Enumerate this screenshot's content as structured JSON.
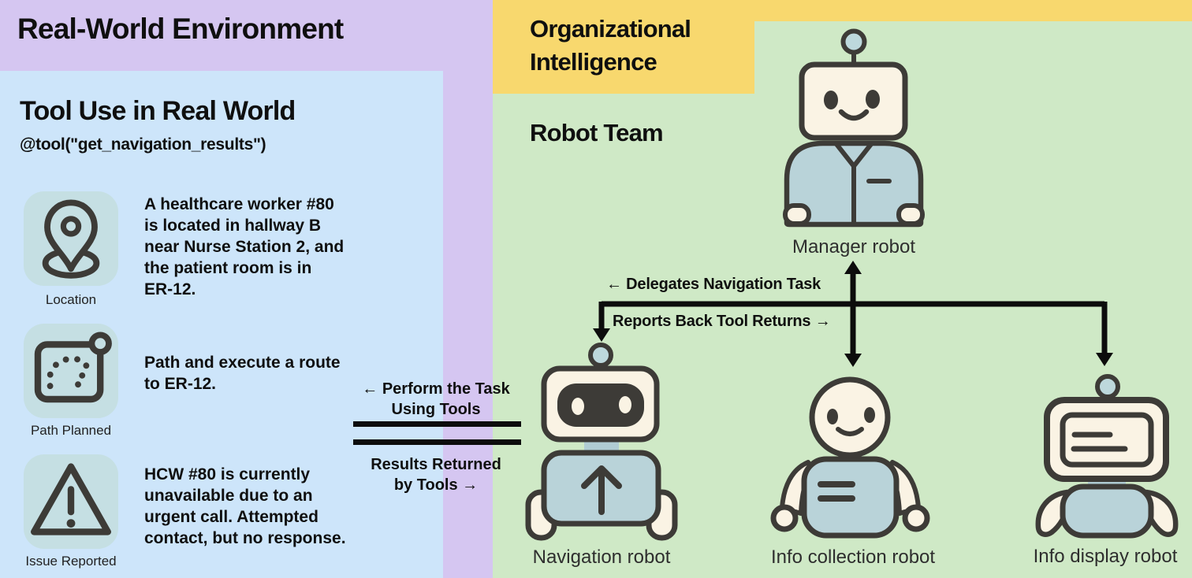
{
  "left": {
    "title": "Real-World Environment",
    "panel": {
      "heading": "Tool Use in Real World",
      "tool_annotation": "@tool(\"get_navigation_results\")",
      "items": [
        {
          "icon": "location-pin-icon",
          "label": "Location",
          "text": "A healthcare worker #80\nis located in hallway B\nnear Nurse Station 2, and\nthe patient room is in\nER-12."
        },
        {
          "icon": "route-map-icon",
          "label": "Path Planned",
          "text": "Path and execute a route\nto ER-12."
        },
        {
          "icon": "warning-triangle-icon",
          "label": "Issue Reported",
          "text": "HCW #80 is currently\nunavailable due to an\nurgent call. Attempted\ncontact, but no response."
        }
      ]
    }
  },
  "exchange": {
    "top_label": "← Perform the Task\nUsing Tools",
    "bottom_label": "Results Returned\nby Tools →"
  },
  "right": {
    "header": "Organizational\nIntelligence",
    "subheader": "Robot Team",
    "arrow_labels": {
      "delegates": "← Delegates Navigation Task",
      "reports": "Reports Back Tool Returns →"
    },
    "robots": {
      "manager": "Manager robot",
      "navigation": "Navigation robot",
      "info_collection": "Info collection robot",
      "info_display": "Info display robot"
    }
  },
  "palette": {
    "purple": "#d5c6f1",
    "blue_panel": "#cde5fa",
    "yellow": "#f8d86e",
    "green": "#cfe9c6",
    "icon_card_bg": "#c5dfe3",
    "robot_body_teal": "#b9d3d9",
    "antenna_teal": "#bdd8dc",
    "robot_cream": "#faf3e4",
    "outline_dark": "#3d3b37",
    "arrow_black": "#0c0c0c"
  }
}
